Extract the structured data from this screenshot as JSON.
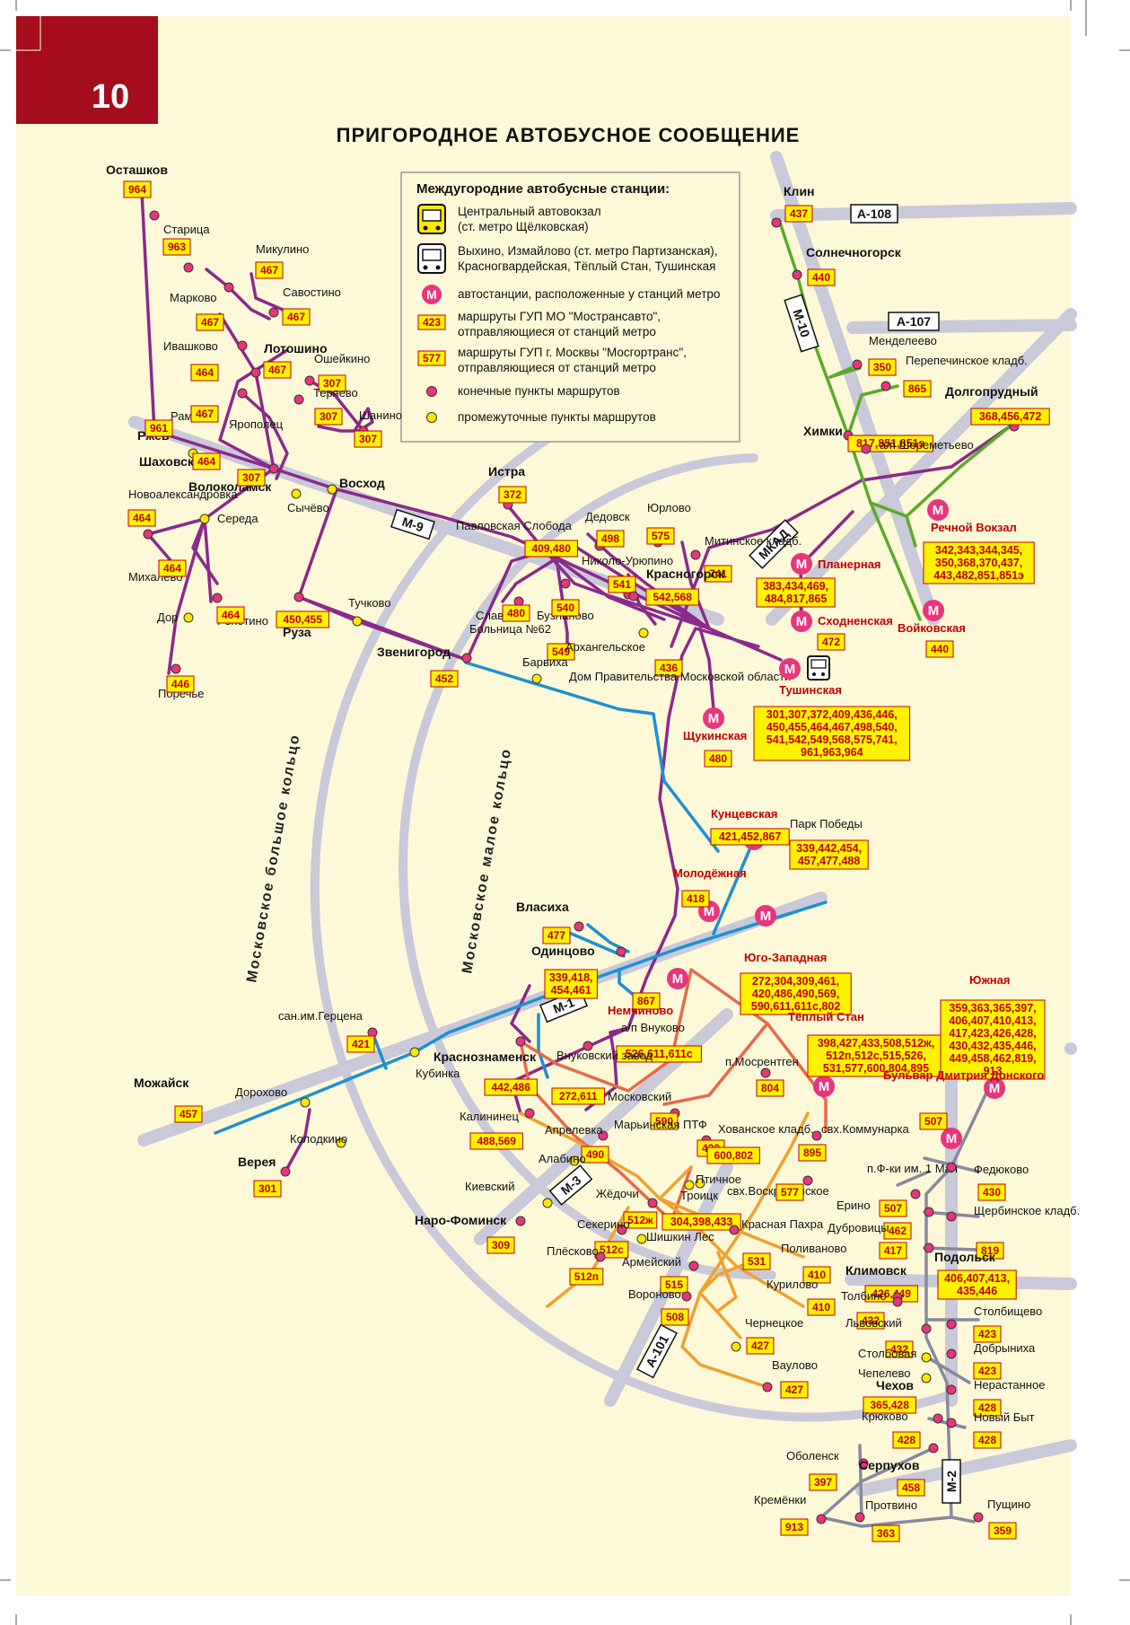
{
  "page_number": "10",
  "title": "ПРИГОРОДНОЕ АВТОБУСНОЕ СООБЩЕНИЕ",
  "colors": {
    "background": "#fdf9d8",
    "corner": "#a50d1c",
    "road": "#c8c8d8",
    "purple": "#8a2a8a",
    "blue": "#1e90d0",
    "green": "#5aaa2a",
    "orange": "#f0a030",
    "salmon": "#e8684a",
    "gray": "#8888a0",
    "route_fill": "#fff200",
    "route_text": "#c00000",
    "stop_terminal": "#e8357c",
    "stop_intermediate": "#ffe800"
  },
  "legend": {
    "heading": "Междугородние автобусные станции:",
    "items": [
      {
        "icon": "bus-icon",
        "lines": [
          "Центральный автовокзал",
          "(ст. метро Щёлковская)"
        ]
      },
      {
        "icon": "bus-station-icon",
        "lines": [
          "Выхино, Измайлово (ст. метро Партизанская),",
          "Красногвардейская, Тёплый Стан, Тушинская"
        ]
      },
      {
        "icon": "metro-icon",
        "lines": [
          "автостанции, расположенные у станций метро"
        ]
      },
      {
        "icon": "route-number-box",
        "sample": "423",
        "lines": [
          "маршруты ГУП МО \"Мострансавто\",",
          "отправляющиеся от станций метро"
        ]
      },
      {
        "icon": "route-number-box",
        "sample": "577",
        "lines": [
          "маршруты ГУП г. Москвы \"Мосгортранс\",",
          "отправляющиеся от станций метро"
        ]
      },
      {
        "icon": "terminal-stop-icon",
        "lines": [
          "конечные пункты маршрутов"
        ]
      },
      {
        "icon": "intermediate-stop-icon",
        "lines": [
          "промежуточные пункты маршрутов"
        ]
      }
    ]
  },
  "highways": [
    "А-108",
    "М-10",
    "А-107",
    "М-9",
    "МКАД",
    "М-1",
    "М-3",
    "А-101",
    "М-2"
  ],
  "rings": [
    "Московское большое кольцо",
    "Московское малое кольцо"
  ],
  "places": [
    {
      "name": "Осташков",
      "routes": "964"
    },
    {
      "name": "Старица",
      "routes": "963"
    },
    {
      "name": "Микулино",
      "routes": "467"
    },
    {
      "name": "Марково",
      "routes": "467"
    },
    {
      "name": "Савостино",
      "routes": "467"
    },
    {
      "name": "Ивашково",
      "routes": "464"
    },
    {
      "name": "Лотошино",
      "routes": "467"
    },
    {
      "name": "Ошейкино",
      "routes": "307"
    },
    {
      "name": "Теряево",
      "routes": "307"
    },
    {
      "name": "Шанино",
      "routes": "307"
    },
    {
      "name": "Раменье",
      "routes": "467"
    },
    {
      "name": "Ярополец",
      "routes": ""
    },
    {
      "name": "Ржев",
      "routes": "961"
    },
    {
      "name": "Шаховская",
      "routes": "464"
    },
    {
      "name": "Волоколамск",
      "routes": "307"
    },
    {
      "name": "Сычёво",
      "routes": ""
    },
    {
      "name": "Восход",
      "routes": ""
    },
    {
      "name": "Новоалександровка",
      "routes": "464"
    },
    {
      "name": "Середа",
      "routes": ""
    },
    {
      "name": "Михалёво",
      "routes": "464"
    },
    {
      "name": "Дор",
      "routes": ""
    },
    {
      "name": "Репотино",
      "routes": "464"
    },
    {
      "name": "Поречье",
      "routes": "446"
    },
    {
      "name": "Истра",
      "routes": "372"
    },
    {
      "name": "Павловская Слобода",
      "routes": "409,480"
    },
    {
      "name": "Дедовск",
      "routes": "498"
    },
    {
      "name": "Юрлово",
      "routes": "575"
    },
    {
      "name": "Митинское кладб.",
      "routes": "741"
    },
    {
      "name": "Николо-Урюпино",
      "routes": "541"
    },
    {
      "name": "Красногорск",
      "routes": "542,568"
    },
    {
      "name": "Тучково",
      "routes": ""
    },
    {
      "name": "Руза",
      "routes": "450,455"
    },
    {
      "name": "Славково",
      "routes": "480"
    },
    {
      "name": "Больница №62",
      "routes": "549"
    },
    {
      "name": "Бузланово",
      "routes": "540"
    },
    {
      "name": "Архангельское",
      "routes": "436"
    },
    {
      "name": "Барвиха",
      "routes": ""
    },
    {
      "name": "Дом Правительства Московской области",
      "routes": ""
    },
    {
      "name": "Звенигород",
      "routes": "452"
    },
    {
      "name": "Клин",
      "routes": "437"
    },
    {
      "name": "Солнечногорск",
      "routes": "440"
    },
    {
      "name": "Менделеево",
      "routes": "350"
    },
    {
      "name": "Перепечинское кладб.",
      "routes": "865"
    },
    {
      "name": "Долгопрудный",
      "routes": "368,456,472"
    },
    {
      "name": "Химки",
      "routes": "817,851,851э"
    },
    {
      "name": "а/п Шереметьево",
      "routes": ""
    },
    {
      "name": "Планерная",
      "routes": "383,434,469, 484,817,865"
    },
    {
      "name": "Сходненская",
      "routes": "472"
    },
    {
      "name": "Речной Вокзал",
      "routes": "342,343,344,345, 350,368,370,437, 443,482,851,851э"
    },
    {
      "name": "Войковская",
      "routes": "440"
    },
    {
      "name": "Тушинская",
      "routes": "301,307,372,409,436,446, 450,455,464,467,498,540, 541,542,549,568,575,741, 961,963,964"
    },
    {
      "name": "Щукинская",
      "routes": "480"
    },
    {
      "name": "Кунцевская",
      "routes": "421,452,867"
    },
    {
      "name": "Парк Победы",
      "routes": "339,442,454, 457,477,488"
    },
    {
      "name": "Молодёжная",
      "routes": "418"
    },
    {
      "name": "Власиха",
      "routes": "477"
    },
    {
      "name": "Одинцово",
      "routes": "339,418, 454,461"
    },
    {
      "name": "Немчиново",
      "routes": "867"
    },
    {
      "name": "Юго-Западная",
      "routes": "272,304,309,461, 420,486,490,569, 590,611,611с,802"
    },
    {
      "name": "Тёплый Стан",
      "routes": "398,427,433,508,512ж, 512п,512с,515,526, 531,577,600,804,895"
    },
    {
      "name": "Южная",
      "routes": "359,363,365,397, 406,407,410,413, 417,423,426,428, 430,432,435,446, 449,458,462,819, 913"
    },
    {
      "name": "Бульвар Дмитрия Донского",
      "routes": "507"
    },
    {
      "name": "сан.им.Герцена",
      "routes": "421"
    },
    {
      "name": "Краснознаменск",
      "routes": "442,486"
    },
    {
      "name": "Кубинка",
      "routes": ""
    },
    {
      "name": "Можайск",
      "routes": "457"
    },
    {
      "name": "Дорохово",
      "routes": ""
    },
    {
      "name": "Колодкино",
      "routes": ""
    },
    {
      "name": "Верея",
      "routes": "301"
    },
    {
      "name": "а/п Внуково",
      "routes": "526,611,611с"
    },
    {
      "name": "Внуковский завод",
      "routes": "272,611"
    },
    {
      "name": "п.Мосрентген",
      "routes": "804"
    },
    {
      "name": "Московский",
      "routes": "590"
    },
    {
      "name": "Калининец",
      "routes": "488,569"
    },
    {
      "name": "Апрелевка",
      "routes": "490"
    },
    {
      "name": "Марьинская ПТФ",
      "routes": "420"
    },
    {
      "name": "Хованское кладб.",
      "routes": "600,802"
    },
    {
      "name": "свх.Коммунарка",
      "routes": "895"
    },
    {
      "name": "Алабино",
      "routes": ""
    },
    {
      "name": "Птичное",
      "routes": ""
    },
    {
      "name": "свх.Воскресенское",
      "routes": "577"
    },
    {
      "name": "Киевский",
      "routes": ""
    },
    {
      "name": "Наро-Фоминск",
      "routes": "309"
    },
    {
      "name": "Жёдочи",
      "routes": "512ж"
    },
    {
      "name": "Троицк",
      "routes": "304,398,433"
    },
    {
      "name": "Секерино",
      "routes": "512с"
    },
    {
      "name": "Шишкин Лес",
      "routes": ""
    },
    {
      "name": "Плёсково",
      "routes": "512п"
    },
    {
      "name": "Армейский",
      "routes": "515"
    },
    {
      "name": "Красная Пахра",
      "routes": "531"
    },
    {
      "name": "Вороново",
      "routes": "508"
    },
    {
      "name": "Чернецкое",
      "routes": "427"
    },
    {
      "name": "Ваулово",
      "routes": "427"
    },
    {
      "name": "п.Ф-ки им. 1 Мая",
      "routes": "507"
    },
    {
      "name": "Федюково",
      "routes": "430"
    },
    {
      "name": "Ерино",
      "routes": "462"
    },
    {
      "name": "Щербинское кладб.",
      "routes": "819"
    },
    {
      "name": "Дубровицы",
      "routes": "417"
    },
    {
      "name": "Поливаново",
      "routes": "410"
    },
    {
      "name": "Климовск",
      "routes": "426,449"
    },
    {
      "name": "Подольск",
      "routes": "406,407,413, 435,446"
    },
    {
      "name": "Курилово",
      "routes": "410"
    },
    {
      "name": "Толбино",
      "routes": "432"
    },
    {
      "name": "Львовский",
      "routes": "432"
    },
    {
      "name": "Столбищево",
      "routes": "423"
    },
    {
      "name": "Столбовая",
      "routes": ""
    },
    {
      "name": "Добрыниха",
      "routes": "423"
    },
    {
      "name": "Чепелево",
      "routes": ""
    },
    {
      "name": "Чехов",
      "routes": "365,428"
    },
    {
      "name": "Нерастанное",
      "routes": "428"
    },
    {
      "name": "Крюково",
      "routes": "428"
    },
    {
      "name": "Новый Быт",
      "routes": "428"
    },
    {
      "name": "Оболенск",
      "routes": "397"
    },
    {
      "name": "Серпухов",
      "routes": "458"
    },
    {
      "name": "Кремёнки",
      "routes": "913"
    },
    {
      "name": "Протвино",
      "routes": "363"
    },
    {
      "name": "Пущино",
      "routes": "359"
    }
  ]
}
